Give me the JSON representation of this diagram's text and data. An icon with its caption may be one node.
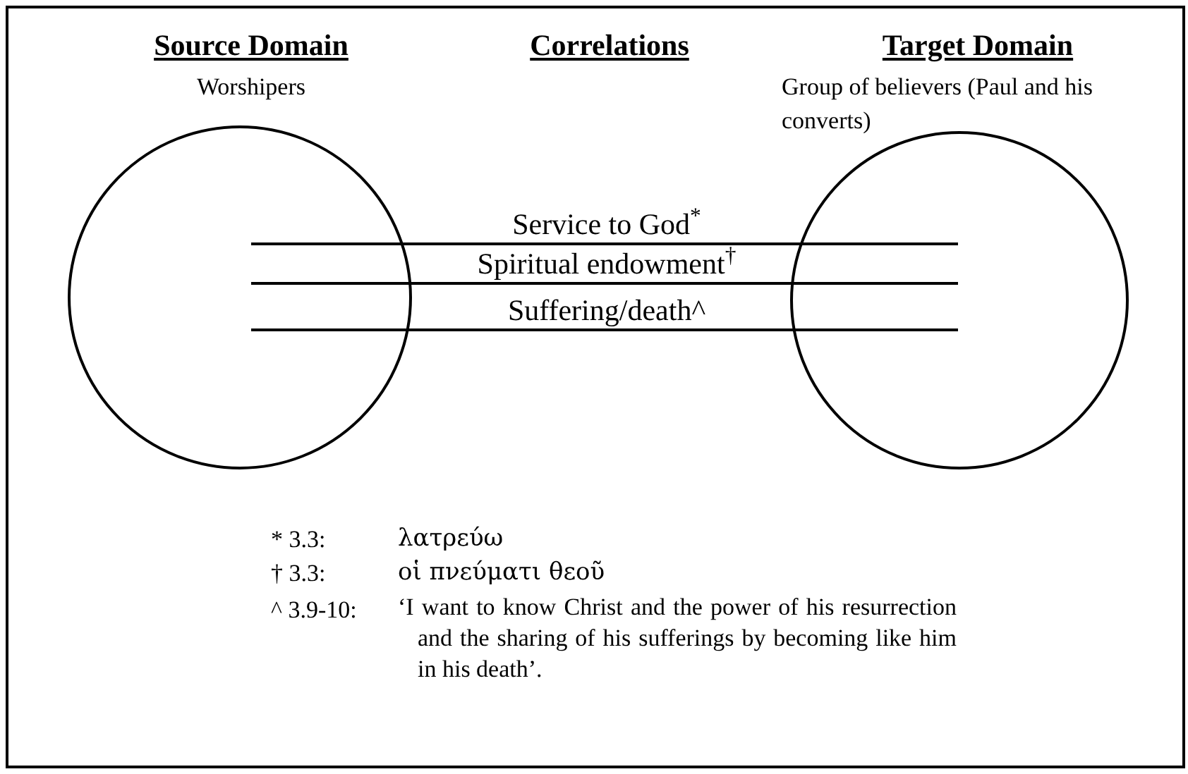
{
  "diagram": {
    "nodes": [
      {
        "text": [
          "Source Domain",
          "Worshipers"
        ]
      },
      {
        "text": [
          "Target Domain",
          "Group of believers (Paul and his converts)"
        ]
      }
    ],
    "edges": [
      {
        "from": 0,
        "to": 1,
        "arrow": "none",
        "label": "Service to God$^{*}$"
      },
      {
        "from": 0,
        "to": 1,
        "arrow": "none",
        "label": "Spiritual endowment$^{†}$"
      },
      {
        "from": 0,
        "to": 1,
        "arrow": "none",
        "label": "Suffering/death^"
      }
    ],
    "labels": [
      "Correlations",
      "* 3.3:",
      "λατρεύω",
      "† 3.3:",
      "οἱ πνεύματι θεοῦ",
      "^ 3.9-10:",
      "‘I want to know Christ and the power of his resurrection and the sharing of his sufferings by becoming like him in his death’."
    ]
  }
}
